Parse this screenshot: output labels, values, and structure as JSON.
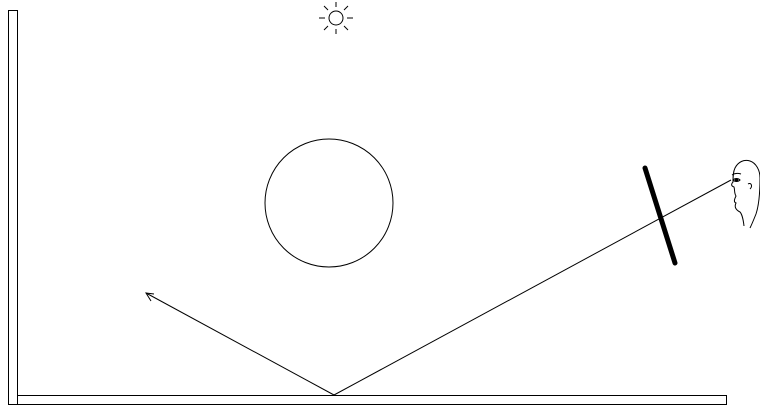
{
  "diagram": {
    "stroke_color": "#000000",
    "background_color": "#ffffff",
    "elements": [
      "wall",
      "floor",
      "sun-icon",
      "sphere",
      "viewing-screen",
      "eye-ray",
      "reflected-ray",
      "observer-face"
    ]
  }
}
